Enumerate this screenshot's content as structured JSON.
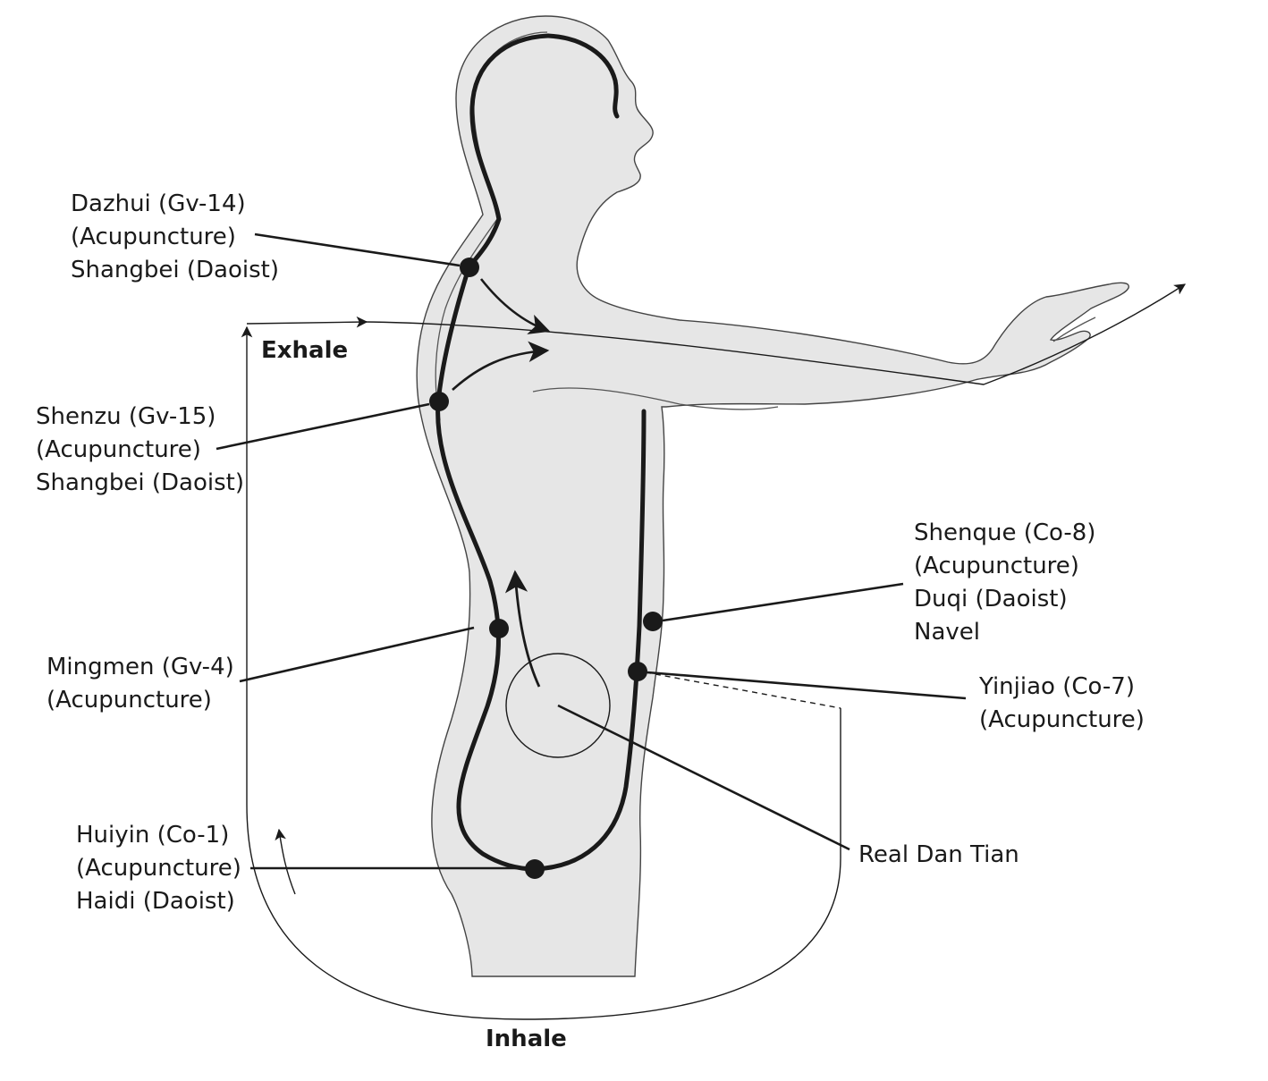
{
  "labels": {
    "dazhui": [
      "Dazhui (Gv-14)",
      "(Acupuncture)",
      "Shangbei (Daoist)"
    ],
    "shenzu": [
      "Shenzu (Gv-15)",
      "(Acupuncture)",
      "Shangbei (Daoist)"
    ],
    "mingmen": [
      "Mingmen (Gv-4)",
      "(Acupuncture)"
    ],
    "huiyin": [
      "Huiyin (Co-1)",
      "(Acupuncture)",
      "Haidi (Daoist)"
    ],
    "shenque": [
      "Shenque (Co-8)",
      "(Acupuncture)",
      "Duqi (Daoist)",
      "Navel"
    ],
    "yinjiao": [
      "Yinjiao (Co-7)",
      "(Acupuncture)"
    ],
    "real_dan_tian": "Real Dan Tian",
    "exhale": "Exhale",
    "inhale": "Inhale"
  },
  "colors": {
    "body": "#e6e6e6",
    "ink": "#1a1a1a"
  }
}
